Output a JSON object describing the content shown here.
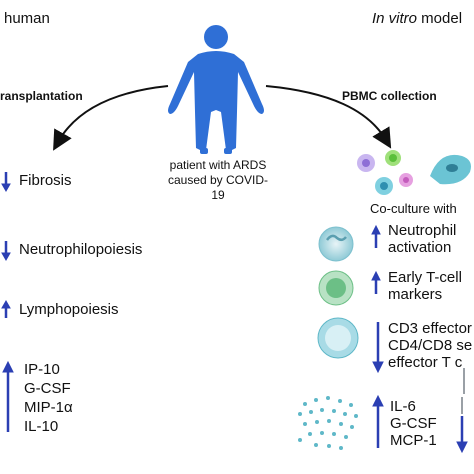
{
  "headers": {
    "left": "human",
    "right_italic": "In vitro",
    "right_rest": " model"
  },
  "sections": {
    "left": "ransplantation",
    "right": "PBMC collection"
  },
  "patient_label": "patient with ARDS caused by COVID-19",
  "coculture_label": "Co-culture with",
  "left_items": [
    {
      "direction": "down",
      "text": "Fibrosis"
    },
    {
      "direction": "down",
      "text": "Neutrophilopoiesis"
    },
    {
      "direction": "up",
      "text": "Lymphopoiesis"
    }
  ],
  "left_cytokines": {
    "direction": "up",
    "items": [
      "IP-10",
      "G-CSF",
      "MIP-1α",
      "IL-10"
    ]
  },
  "right_items": [
    {
      "direction": "up",
      "lines": [
        "Neutrophil",
        "activation"
      ]
    },
    {
      "direction": "up",
      "lines": [
        "Early T-cell",
        "markers"
      ]
    },
    {
      "direction": "down",
      "lines": [
        "CD3 effector",
        "CD4/CD8 se",
        "effector T c"
      ]
    },
    {
      "direction": "up",
      "lines": [
        "IL-6",
        "G-CSF",
        "MCP-1"
      ]
    }
  ],
  "colors": {
    "arrow_blue": "#2b3fb3",
    "body_blue": "#2f6fd6",
    "cell_teal": "#5fb8c8"
  }
}
